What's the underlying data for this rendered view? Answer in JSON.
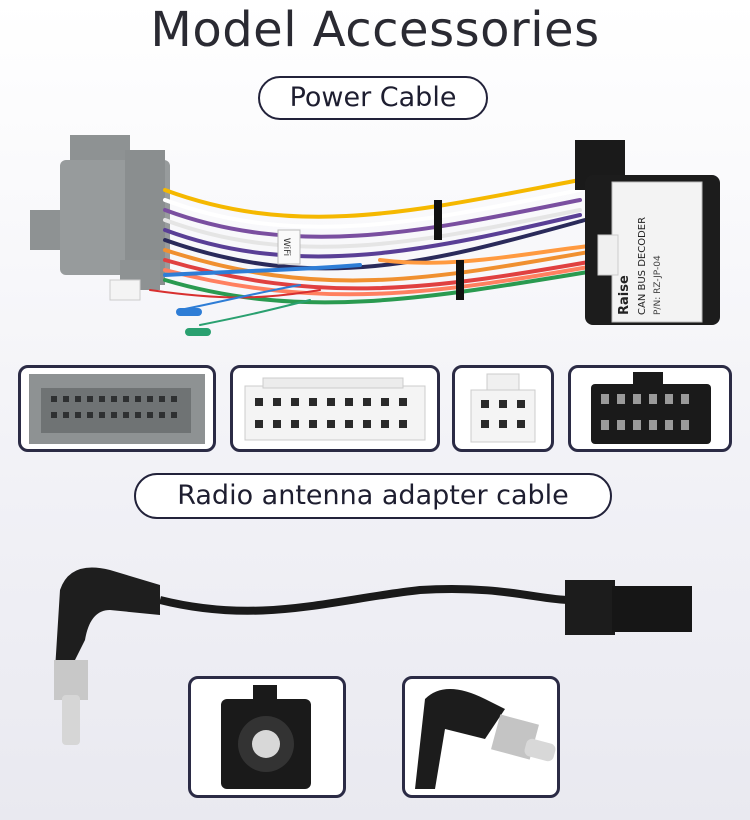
{
  "page": {
    "title": "Model Accessories",
    "section_power": "Power Cable",
    "section_antenna": "Radio antenna adapter cable"
  },
  "decoder_box": {
    "brand": "Raise",
    "line1": "CAN BUS DECODER",
    "line2": "P/N: RZ-JP-04"
  },
  "wire_tag": "WiFi",
  "colors": {
    "text": "#2a2a32",
    "pill_border": "#22223a",
    "connector_gray": "#8e9293",
    "connector_white": "#f4f4f4",
    "connector_black": "#1a1a1a"
  }
}
